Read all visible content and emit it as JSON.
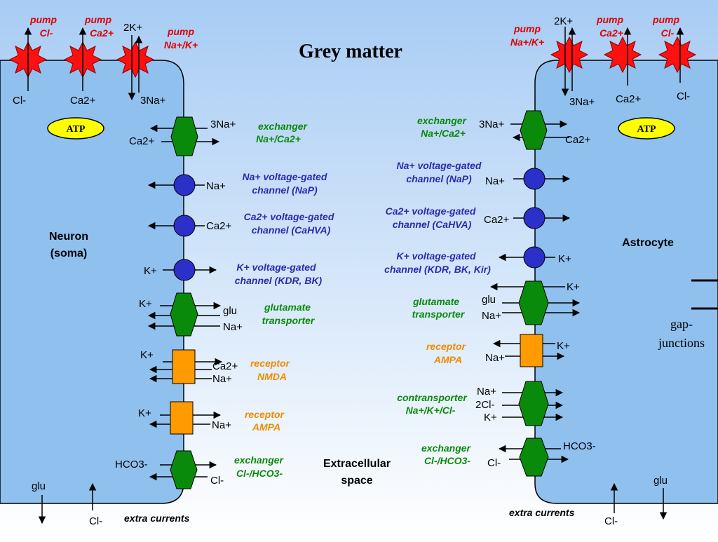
{
  "title": "Grey matter",
  "neuron": {
    "name_line1": "Neuron",
    "name_line2": "(soma)",
    "atp": "ATP",
    "pumps": [
      {
        "line1": "pump",
        "line2": "Cl-"
      },
      {
        "line1": "pump",
        "line2": "Ca2+"
      },
      {
        "line1": "pump",
        "line2": "Na+/K+"
      }
    ],
    "pump_ions": {
      "cl": "Cl-",
      "ca": "Ca2+",
      "k2": "2K+",
      "na3": "3Na+"
    },
    "exchanger_nca": {
      "line1": "exchanger",
      "line2": "Na+/Ca2+",
      "ion_na": "3Na+",
      "ion_ca": "Ca2+"
    },
    "nap": {
      "line1": "Na+ voltage-gated",
      "line2": "channel (NaP)",
      "ion": "Na+"
    },
    "cahva": {
      "line1": "Ca2+ voltage-gated",
      "line2": "channel (CaHVA)",
      "ion": "Ca2+"
    },
    "kdr": {
      "line1": "K+ voltage-gated",
      "line2": "channel (KDR, BK)",
      "ion": "K+"
    },
    "glut": {
      "line1": "glutamate",
      "line2": "transporter",
      "ion_k": "K+",
      "ion_glu": "glu",
      "ion_na": "Na+"
    },
    "nmda": {
      "line1": "receptor",
      "line2": "NMDA",
      "ion_k": "K+",
      "ion_ca": "Ca2+",
      "ion_na": "Na+"
    },
    "ampa": {
      "line1": "receptor",
      "line2": "AMPA",
      "ion_k": "K+",
      "ion_na": "Na+"
    },
    "exchanger_clhco3": {
      "line1": "exchanger",
      "line2": "Cl-/HCO3-",
      "ion_hco3": "HCO3-",
      "ion_cl": "Cl-"
    },
    "bottom": {
      "glu": "glu",
      "cl": "Cl-",
      "extra": "extra currents"
    }
  },
  "extracellular": {
    "line1": "Extracellular",
    "line2": "space"
  },
  "astrocyte": {
    "name": "Astrocyte",
    "atp": "ATP",
    "pumps": [
      {
        "line1": "pump",
        "line2": "Na+/K+"
      },
      {
        "line1": "pump",
        "line2": "Ca2+"
      },
      {
        "line1": "pump",
        "line2": "Cl-"
      }
    ],
    "pump_ions": {
      "k2": "2K+",
      "na3": "3Na+",
      "ca": "Ca2+",
      "cl": "Cl-"
    },
    "exchanger_nca": {
      "line1": "exchanger",
      "line2": "Na+/Ca2+",
      "ion_na": "3Na+",
      "ion_ca": "Ca2+"
    },
    "nap": {
      "line1": "Na+ voltage-gated",
      "line2": "channel (NaP)",
      "ion": "Na+"
    },
    "cahva": {
      "line1": "Ca2+ voltage-gated",
      "line2": "channel (CaHVA)",
      "ion": "Ca2+"
    },
    "kchan": {
      "line1": "K+ voltage-gated",
      "line2": "channel (KDR, BK, Kir)",
      "ion": "K+"
    },
    "glut": {
      "line1": "glutamate",
      "line2": "transporter",
      "ion_k": "K+",
      "ion_glu": "glu",
      "ion_na": "Na+"
    },
    "ampa": {
      "line1": "receptor",
      "line2": "AMPA",
      "ion_k": "K+",
      "ion_na": "Na+"
    },
    "contra": {
      "line1": "contransporter",
      "line2": "Na+/K+/Cl-",
      "ion_na": "Na+",
      "ion_cl": "2Cl-",
      "ion_k": "K+"
    },
    "exchanger_clhco3": {
      "line1": "exchanger",
      "line2": "Cl-/HCO3-",
      "ion_hco3": "HCO3-",
      "ion_cl": "Cl-"
    },
    "gap_line1": "gap-",
    "gap_line2": "junctions",
    "bottom": {
      "glu": "glu",
      "cl": "Cl-",
      "extra": "extra currents"
    }
  },
  "colors": {
    "cell": "#8fc0ee",
    "extracellular_top": "#a8ccf4",
    "extracellular_bottom": "#ffffff",
    "exchanger": "#0a8a0a",
    "channel": "#2a30c8",
    "receptor": "#ff9a00",
    "pump": "#ff1010",
    "atp": "#ffff00"
  }
}
